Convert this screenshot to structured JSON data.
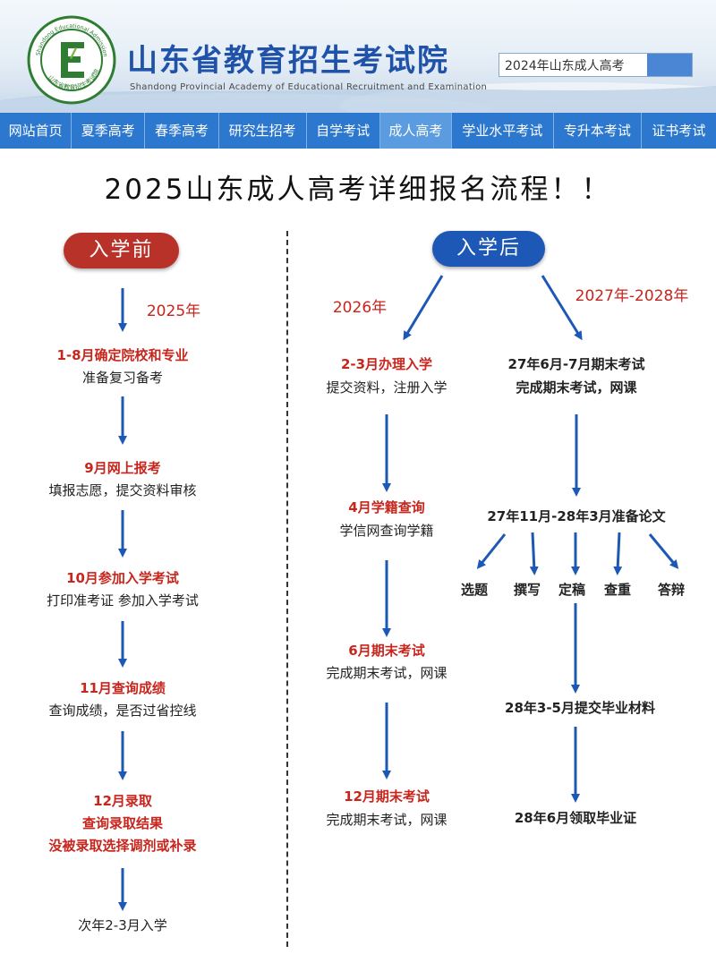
{
  "header": {
    "title": "山东省教育招生考试院",
    "subtitle": "Shandong Provincial Academy of Educational Recruitment and Examination",
    "search_value": "2024年山东成人高考",
    "logo_text_cn": "山东省教育招生考试院",
    "logo_text_en": "Shandong Educational Admission & Examination",
    "colors": {
      "brand": "#1f52a8",
      "nav": "#2d78cf",
      "nav_active": "#5b9be0"
    }
  },
  "nav": {
    "items": [
      "网站首页",
      "夏季高考",
      "春季高考",
      "研究生招考",
      "自学考试",
      "成人高考",
      "学业水平考试",
      "专升本考试",
      "证书考试"
    ],
    "active_index": 5
  },
  "title": "2025山东成人高考详细报名流程！！",
  "before": {
    "pill": "入学前",
    "year": "2025年",
    "steps": [
      {
        "head": "1-8月确定院校和专业",
        "lines": [
          "准备复习备考"
        ]
      },
      {
        "head": "9月网上报考",
        "lines": [
          "填报志愿，提交资料审核"
        ]
      },
      {
        "head": "10月参加入学考试",
        "lines": [
          "打印准考证 参加入学考试"
        ]
      },
      {
        "head": "11月查询成绩",
        "lines": [
          "查询成绩，是否过省控线"
        ]
      },
      {
        "head": "12月录取",
        "red_lines": [
          "查询录取结果",
          "没被录取选择调剂或补录"
        ]
      }
    ],
    "final": "次年2-3月入学"
  },
  "after": {
    "pill": "入学后",
    "year_left": "2026年",
    "year_right": "2027年-2028年",
    "left_steps": [
      {
        "head": "2-3月办理入学",
        "lines": [
          "提交资料，注册入学"
        ]
      },
      {
        "head": "4月学籍查询",
        "lines": [
          "学信网查询学籍"
        ]
      },
      {
        "head": "6月期末考试",
        "lines": [
          "完成期末考试，网课"
        ]
      },
      {
        "head": "12月期末考试",
        "lines": [
          "完成期末考试，网课"
        ]
      }
    ],
    "right_steps": {
      "exam": [
        "27年6月-7月期末考试",
        "完成期末考试，网课"
      ],
      "thesis": "27年11月-28年3月准备论文",
      "thesis_items": [
        "选题",
        "撰写",
        "定稿",
        "查重",
        "答辩"
      ],
      "submit": "28年3-5月提交毕业材料",
      "graduate": "28年6月领取毕业证"
    },
    "colors": {
      "arrow": "#1d58b6",
      "red_pill": "#b8322a",
      "blue_pill": "#1d58b6",
      "red_text": "#c8251d"
    }
  }
}
